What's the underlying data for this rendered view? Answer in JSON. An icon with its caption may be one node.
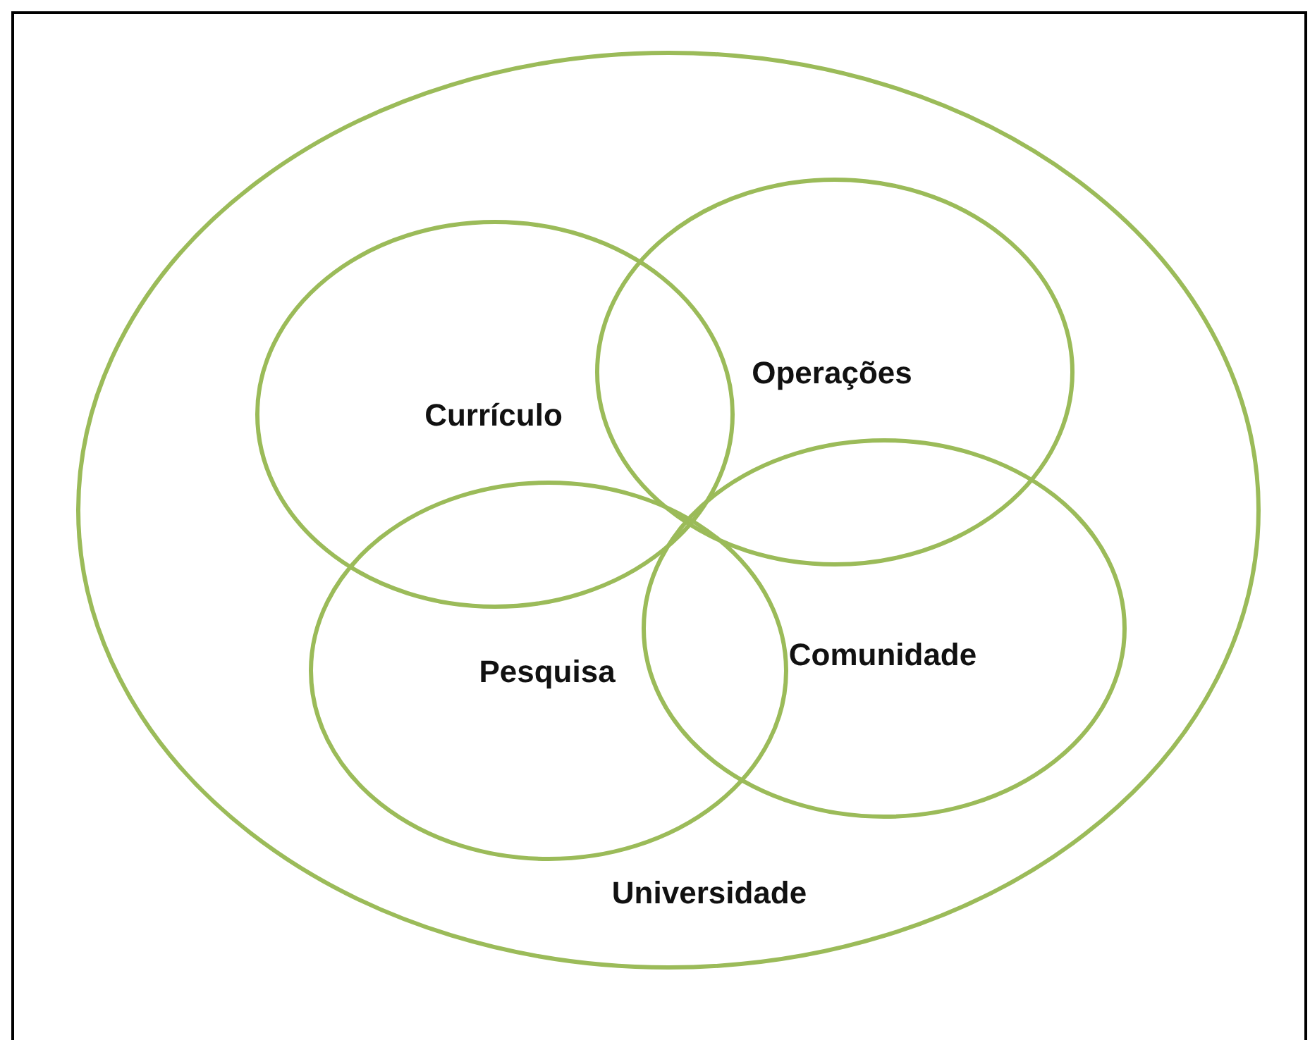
{
  "diagram": {
    "nodes": [
      {
        "text": [
          "Universidade"
        ]
      },
      {
        "text": [
          "Currículo"
        ],
        "in": 0
      },
      {
        "text": [
          "Operações"
        ],
        "in": 0
      },
      {
        "text": [
          "Pesquisa"
        ],
        "in": 0
      },
      {
        "text": [
          "Comunidade"
        ],
        "in": 0
      }
    ]
  }
}
